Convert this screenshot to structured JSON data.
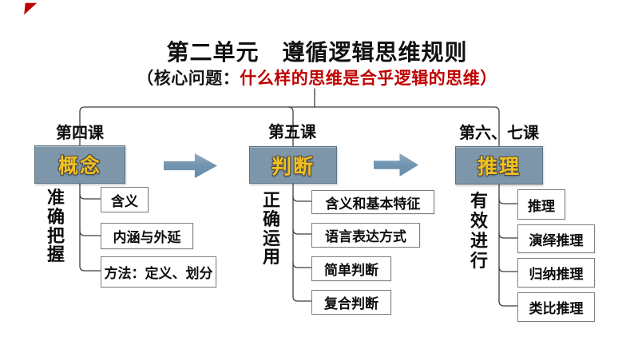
{
  "title": "第二单元　遵循逻辑思维规则",
  "subtitle": {
    "prefix": "（核心问题：",
    "highlight": "什么样的思维是合乎逻辑的思维）"
  },
  "corner_mark": "◤",
  "columns": [
    {
      "course": "第四课",
      "main": "概念",
      "side_label": "准确把握",
      "items": [
        "含义",
        "内涵与外延",
        "方法：定义、划分"
      ]
    },
    {
      "course": "第五课",
      "main": "判断",
      "side_label": "正确运用",
      "items": [
        "含义和基本特征",
        "语言表达方式",
        "简单判断",
        "复合判断"
      ]
    },
    {
      "course": "第六、七课",
      "main": "推理",
      "side_label": "有效进行",
      "items": [
        "推理",
        "演绎推理",
        "归纳推理",
        "类比推理"
      ]
    }
  ],
  "colors": {
    "accent_red": "#c00000",
    "main_box_fill": "#7e96a9",
    "main_box_border": "#5f7280",
    "main_box_text": "#f2c01e",
    "arrow_fill": "#6f94b2",
    "connector_line": "#3f3f3f"
  }
}
